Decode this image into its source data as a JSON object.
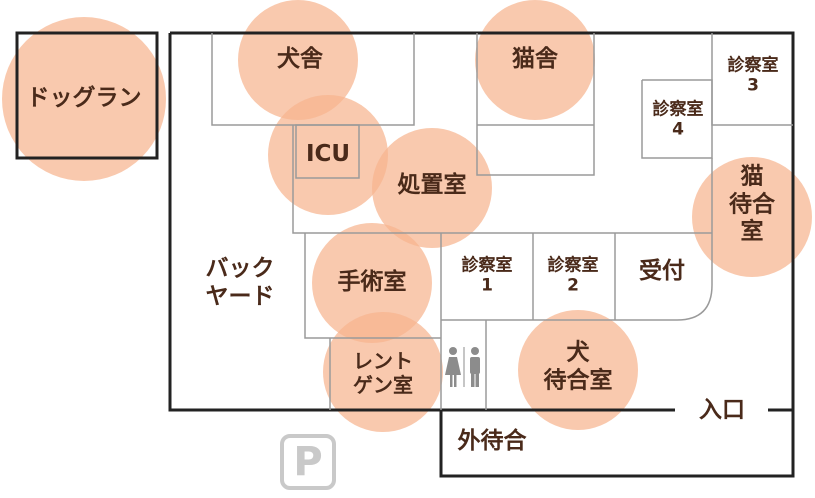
{
  "rooms": {
    "dog_run": "ドッグラン",
    "dog_kennel": "犬舎",
    "cat_kennel": "猫舎",
    "exam_room_3": "診察室\n3",
    "exam_room_4": "診察室\n4",
    "icu": "ICU",
    "treatment_room": "処置室",
    "cat_waiting": "猫\n待合室",
    "backyard": "バック\nヤード",
    "surgery_room": "手術室",
    "exam_room_1": "診察室\n1",
    "exam_room_2": "診察室\n2",
    "reception": "受付",
    "xray_room": "レント\nゲン室",
    "dog_waiting": "犬\n待合室",
    "entrance": "入口",
    "outdoor_waiting": "外待合"
  },
  "parking": {
    "symbol": "P"
  },
  "colors": {
    "highlight_circle": "#f7b48f",
    "wall": "#222222",
    "partition": "#9a9a9a",
    "label_text": "#4a2a1a",
    "parking_gray": "#c9c9c9",
    "restroom_icon": "#8c8c8c"
  },
  "icons": {
    "restroom": "restroom-icon",
    "parking": "parking-icon"
  }
}
